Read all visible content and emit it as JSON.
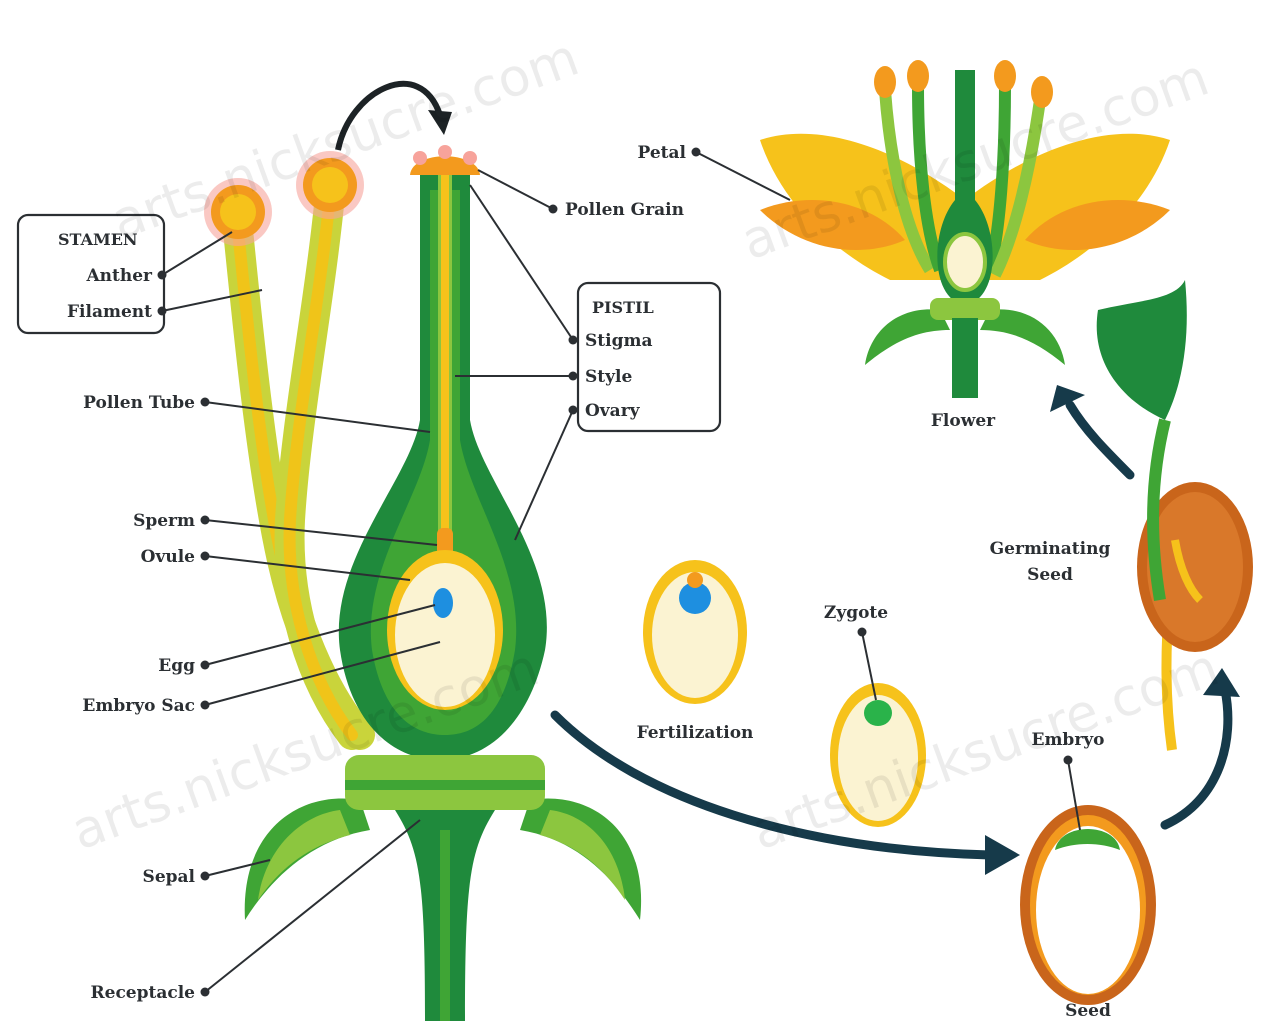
{
  "watermark": "arts.nicksucre.com",
  "boxes": {
    "stamen": "STAMEN",
    "pistil": "PISTIL"
  },
  "labels": {
    "anther": "Anther",
    "filament": "Filament",
    "pollen_tube": "Pollen Tube",
    "sperm": "Sperm",
    "ovule": "Ovule",
    "egg": "Egg",
    "embryo_sac": "Embryo Sac",
    "sepal": "Sepal",
    "receptacle": "Receptacle",
    "pollen_grain": "Pollen Grain",
    "stigma": "Stigma",
    "style": "Style",
    "ovary": "Ovary",
    "petal": "Petal",
    "flower": "Flower",
    "germinating_seed_1": "Germinating",
    "germinating_seed_2": "Seed",
    "zygote": "Zygote",
    "fertilization": "Fertilization",
    "embryo": "Embryo",
    "seed": "Seed"
  },
  "colors": {
    "dark_green": "#1f8a3c",
    "mid_green": "#3fa535",
    "light_green": "#8cc63f",
    "yellow": "#f6c21b",
    "orange": "#f39a1e",
    "seed_brown": "#c9651b",
    "arrow_navy": "#163a4a",
    "blue": "#1e8fe0"
  }
}
